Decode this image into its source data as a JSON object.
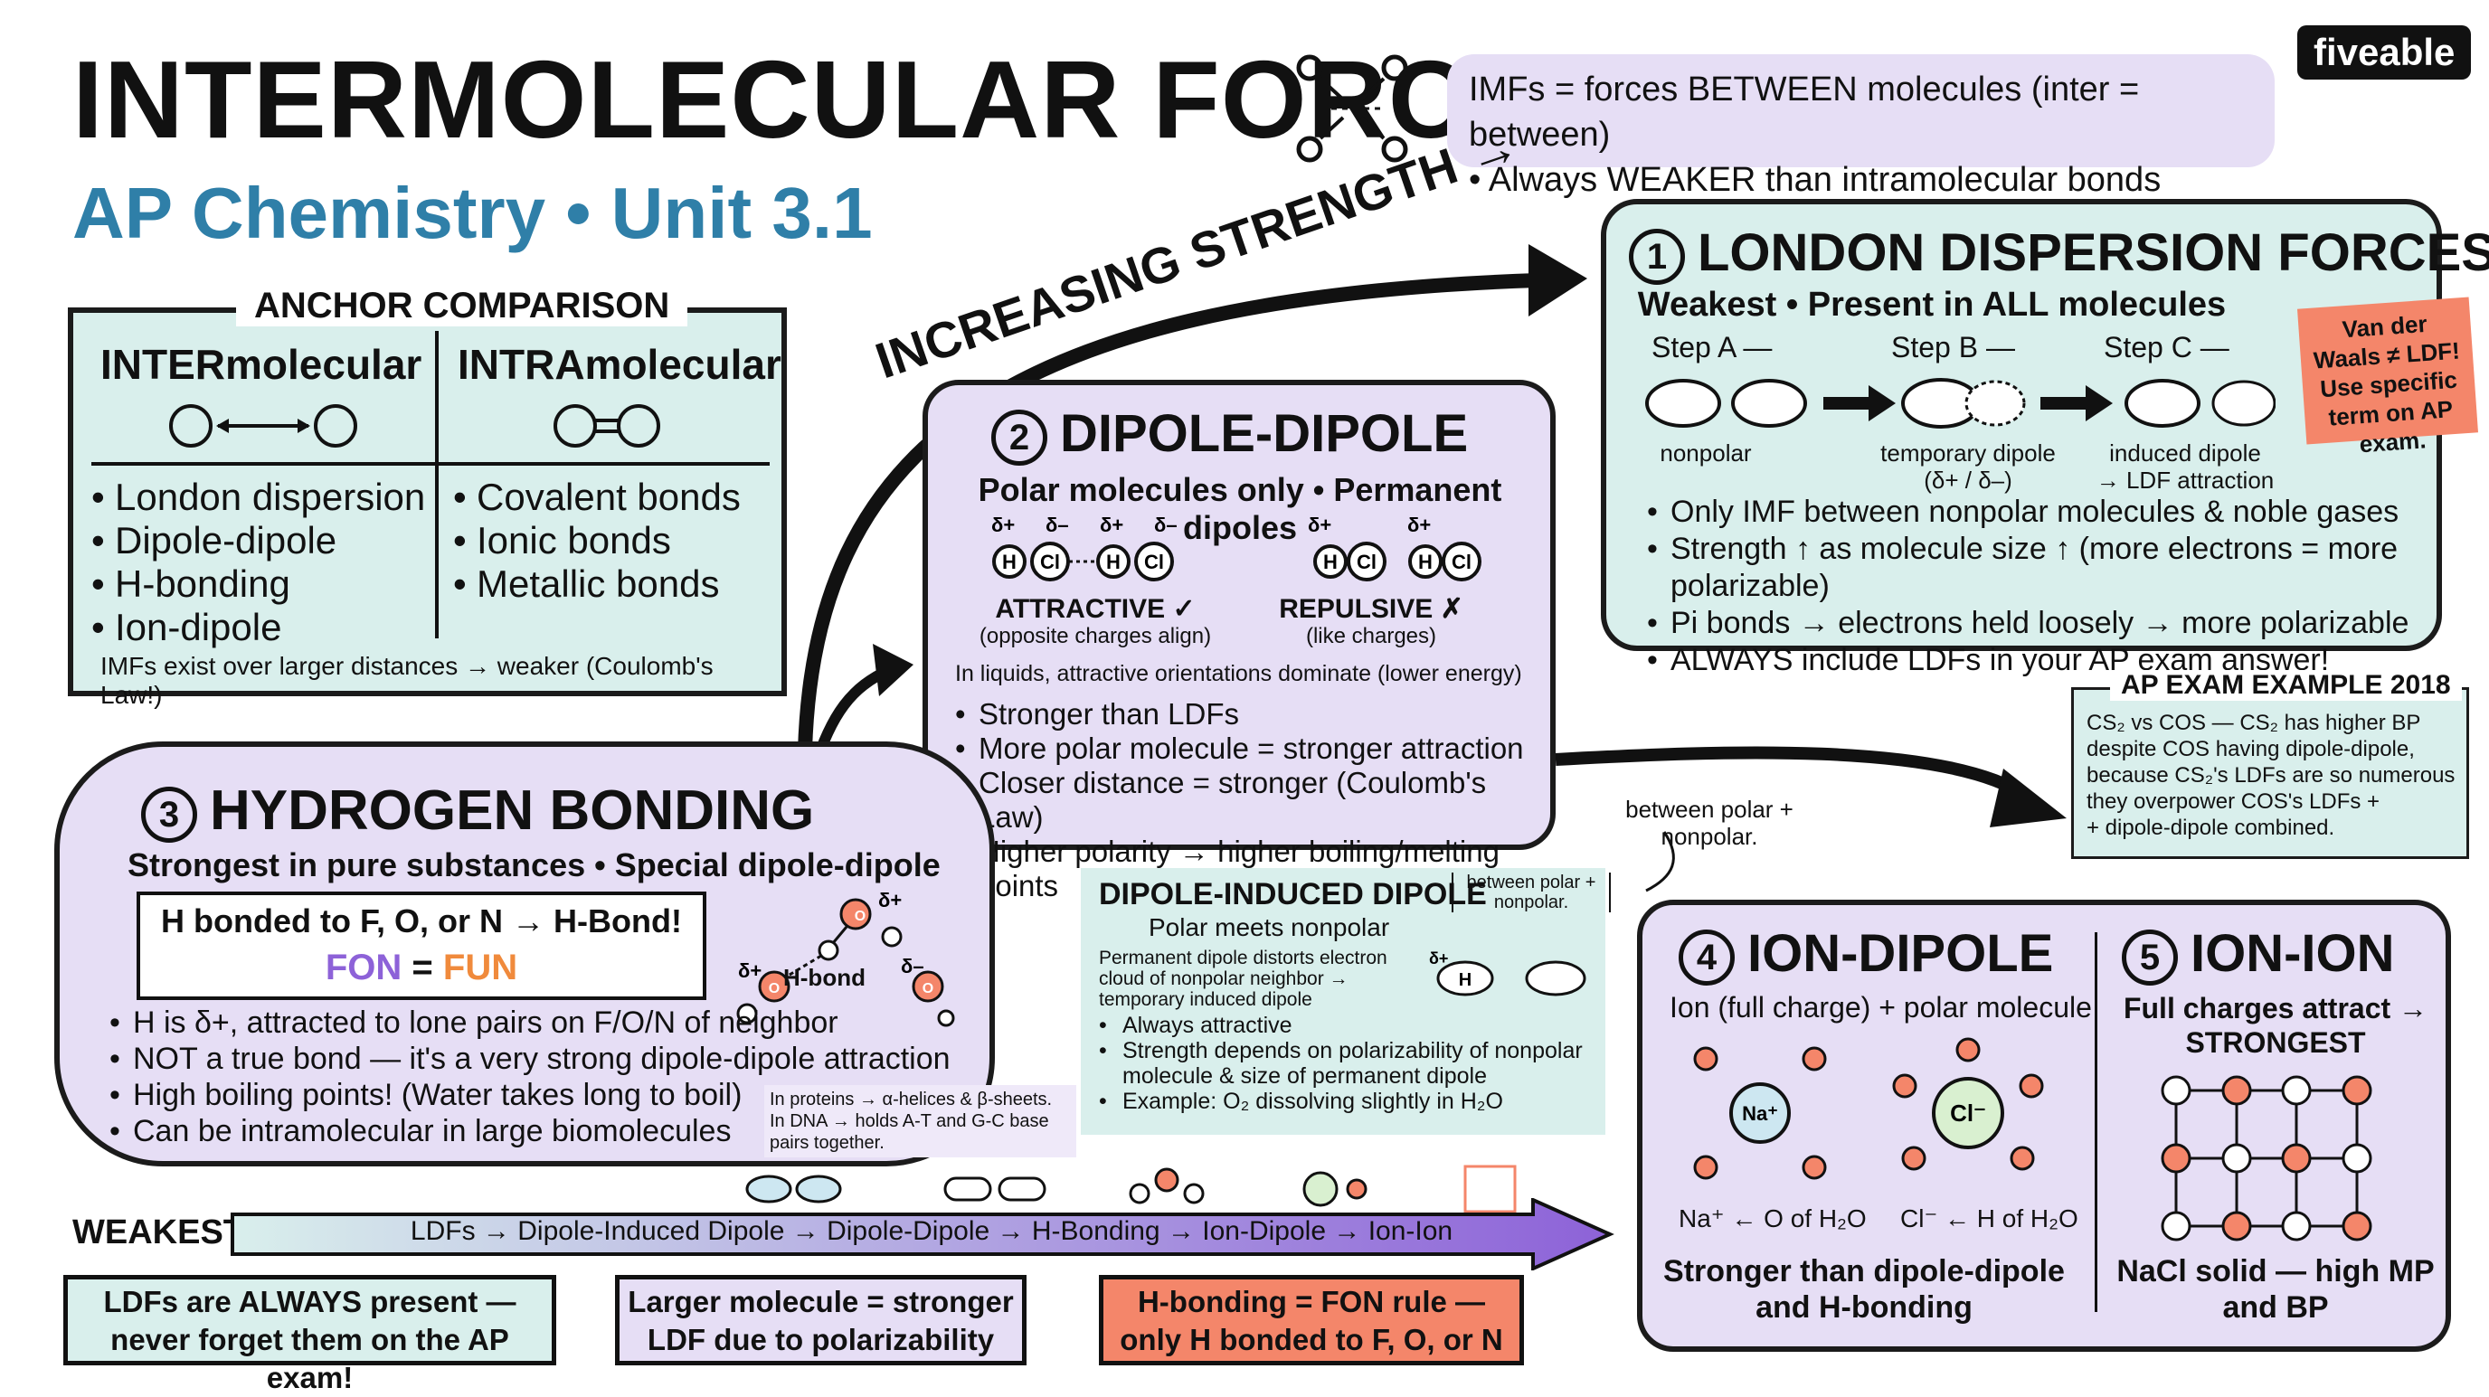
{
  "header": {
    "title": "INTERMOLECULAR FORCES",
    "subtitle": "AP Chemistry • Unit 3.1",
    "brand": "fiveable",
    "definition_line1": "IMFs = forces BETWEEN molecules (inter = between)",
    "definition_line2": "• Always WEAKER than intramolecular bonds"
  },
  "anchor": {
    "title": "ANCHOR COMPARISON",
    "inter_head": "INTERmolecular",
    "intra_head": "INTRAmolecular",
    "inter_items": [
      "London dispersion",
      "Dipole-dipole",
      "H-bonding",
      "Ion-dipole"
    ],
    "intra_items": [
      "Covalent bonds",
      "Ionic bonds",
      "Metallic bonds"
    ],
    "note": "IMFs exist over larger distances → weaker (Coulomb's Law!)"
  },
  "increasing": "INCREASING STRENGTH →",
  "ldf": {
    "num": "1",
    "title": "LONDON DISPERSION FORCES",
    "subtitle": "Weakest • Present in ALL molecules",
    "step_a": "Step A —",
    "step_b": "Step B —",
    "step_c": "Step C —",
    "cap_a": "nonpolar",
    "cap_b1": "temporary dipole",
    "cap_b2": "(δ+ / δ–)",
    "cap_c1": "induced dipole",
    "cap_c2": "→ LDF attraction",
    "items": [
      "Only IMF between nonpolar molecules & noble gases",
      "Strength ↑ as molecule size ↑ (more electrons = more polarizable)",
      "Pi bonds → electrons held loosely → more polarizable",
      "ALWAYS include LDFs in your AP exam answer!"
    ],
    "sticky": "Van der Waals ≠ LDF! Use specific term on AP exam."
  },
  "exam": {
    "title": "AP EXAM EXAMPLE 2018",
    "text1": "CS₂ vs COS — CS₂ has higher BP",
    "text2": "despite COS having dipole-dipole,",
    "text3": "because CS₂'s LDFs are so numerous",
    "text4": "they overpower COS's LDFs +",
    "text5": "+ dipole-dipole combined."
  },
  "dipole": {
    "num": "2",
    "title": "DIPOLE-DIPOLE",
    "subtitle": "Polar molecules only • Permanent dipoles",
    "attractive": "ATTRACTIVE ✓",
    "attractive_sub": "(opposite charges align)",
    "repulsive": "REPULSIVE ✗",
    "repulsive_sub": "(like charges)",
    "note": "In liquids, attractive orientations dominate (lower energy)",
    "items": [
      "Stronger than LDFs",
      "More polar molecule = stronger attraction",
      "Closer distance = stronger (Coulomb's Law)",
      "Higher polarity → higher boiling/melting points"
    ],
    "h": "H",
    "cl": "Cl",
    "dplus": "δ+",
    "dminus": "δ–"
  },
  "hbond": {
    "num": "3",
    "title": "HYDROGEN BONDING",
    "subtitle": "Strongest in pure substances • Special dipole-dipole",
    "rule": "H bonded to F, O, or N → H-Bond!",
    "fon": "FON",
    "eq": "=",
    "fun": "FUN",
    "label": "H-bond",
    "items": [
      "H is δ+, attracted to lone pairs on F/O/N of neighbor",
      "NOT a true bond — it's a very strong dipole-dipole attraction",
      "High boiling points! (Water takes long to boil)",
      "Can be intramolecular in large biomolecules"
    ],
    "proteins_note": "In proteins → α-helices & β-sheets. In DNA → holds A-T and G-C base pairs together."
  },
  "did": {
    "title": "DIPOLE-INDUCED DIPOLE",
    "subtitle": "Polar meets nonpolar",
    "tag": "between polar + nonpolar.",
    "desc": "Permanent dipole distorts electron cloud of nonpolar neighbor → temporary induced dipole",
    "items": [
      "Always attractive",
      "Strength depends on polarizability of nonpolar molecule & size of permanent dipole",
      "Example: O₂ dissolving slightly in H₂O"
    ],
    "callout": "between polar + nonpolar."
  },
  "ion_dipole": {
    "num": "4",
    "title": "ION-DIPOLE",
    "subtitle": "Ion (full charge) + polar molecule",
    "na_caption": "Na⁺ ← O of H₂O",
    "cl_caption": "Cl⁻ ← H of H₂O",
    "footer": "Stronger than dipole-dipole and H-bonding"
  },
  "ion_ion": {
    "num": "5",
    "title": "ION-ION",
    "subtitle": "Full charges attract → STRONGEST",
    "footer": "NaCl solid — high MP and BP"
  },
  "scale": {
    "weakest": "WEAKEST",
    "bar": "LDFs → Dipole-Induced Dipole → Dipole-Dipole → H-Bonding → Ion-Dipole → Ion-Ion"
  },
  "banners": {
    "b1": "LDFs are ALWAYS present — never forget them on the AP exam!",
    "b2": "Larger molecule = stronger LDF due to polarizability",
    "b3": "H-bonding = FON rule — only H bonded to F, O, or N"
  },
  "colors": {
    "teal": "#d9efec",
    "lavender": "#e6def5",
    "title_blue": "#2f7fa8",
    "salmon": "#f4866a",
    "purple_arrow": "#8d62d8"
  }
}
